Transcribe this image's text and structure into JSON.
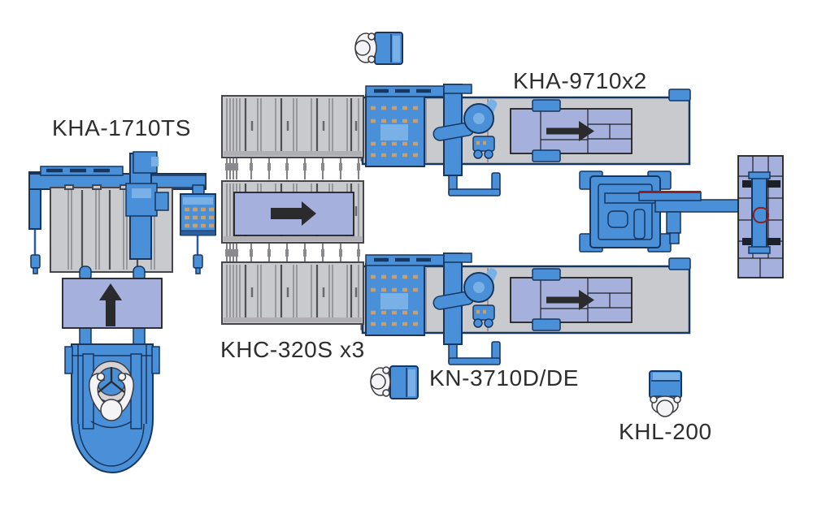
{
  "diagram": {
    "colors": {
      "canvas_bg": "#ffffff",
      "machine_blue": "#4a90d8",
      "machine_blue_light": "#79b0e6",
      "outline_navy": "#16365f",
      "panel_gray": "#c9cacd",
      "panel_outline": "#47474b",
      "pallet_lavender": "#a6b0dc",
      "flow_arrow": "#2b2b2e",
      "accent_red": "#8f1f1f",
      "label_text": "#2e2e2e"
    },
    "equipment": {
      "kha_1710ts": {
        "label": "KHA-1710TS"
      },
      "khc_320s": {
        "label": "KHC-320S x3"
      },
      "kha_9710": {
        "label": "KHA-9710x2"
      },
      "kn_3710": {
        "label": "KN-3710D/DE"
      },
      "khl_200": {
        "label": "KHL-200"
      }
    },
    "flow": {
      "khc_line_direction": "right",
      "kha_top_line_direction": "right",
      "kha_bottom_line_direction": "right",
      "forklift_direction": "up"
    }
  }
}
